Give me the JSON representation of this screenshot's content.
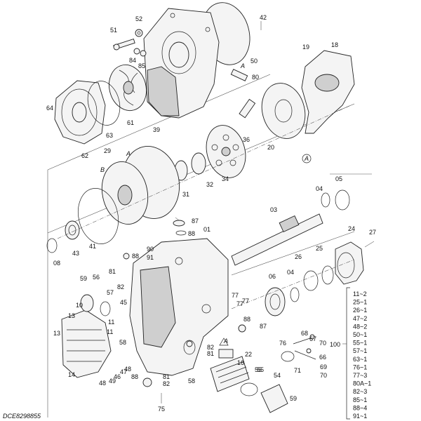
{
  "drawing_code": "DCE8298855",
  "callouts": {
    "c01": "01",
    "c03": "03",
    "c04a": "04",
    "c04b": "04",
    "c05": "05",
    "c06": "06",
    "c08": "08",
    "c11a": "11",
    "c11b": "11",
    "c13a": "13",
    "c13b": "13",
    "c14": "14",
    "c16": "16",
    "c18": "18",
    "c19": "19",
    "c20": "20",
    "c22": "22",
    "c24": "24",
    "c25": "25",
    "c26": "26",
    "c27": "27",
    "c29": "29",
    "c31": "31",
    "c32": "32",
    "c34": "34",
    "c36": "36",
    "c39": "39",
    "c41": "41",
    "c42": "42",
    "c43": "43",
    "c45": "45",
    "c46": "46",
    "c47": "47",
    "c48a": "48",
    "c48b": "48",
    "c49": "49",
    "c50": "50",
    "c51": "51",
    "c52": "52",
    "c54": "54",
    "c55a": "55",
    "c55b": "55",
    "c56": "56",
    "c57": "57",
    "c58a": "58",
    "c58b": "58",
    "c59a": "59",
    "c59b": "59",
    "c61": "61",
    "c62": "62",
    "c63": "63",
    "c64": "64",
    "c66": "66",
    "c67": "67",
    "c68": "68",
    "c69": "69",
    "c70a": "70",
    "c70b": "70",
    "c71": "71",
    "c75": "75",
    "c76": "76",
    "c77a": "77",
    "c77b": "77",
    "c77c": "77",
    "c80": "80",
    "c81a": "81",
    "c81b": "81",
    "c81c": "81",
    "c82a": "82",
    "c82b": "82",
    "c84": "84",
    "c85": "85",
    "c87a": "87",
    "c87b": "87",
    "c88a": "88",
    "c88b": "88",
    "c88c": "88",
    "c88d": "88",
    "c90": "90",
    "c91": "91",
    "c10": "10",
    "refA1": "A",
    "refA2": "A",
    "refA3": "A",
    "refA4": "A",
    "refB": "B"
  },
  "parts_table": {
    "group_label": "100",
    "items": [
      "11~2",
      "25~1",
      "26~1",
      "47~2",
      "48~2",
      "50~1",
      "55~1",
      "57~1",
      "63~1",
      "76~1",
      "77~3",
      "80A~1",
      "82~3",
      "85~1",
      "88~4",
      "91~1"
    ]
  }
}
